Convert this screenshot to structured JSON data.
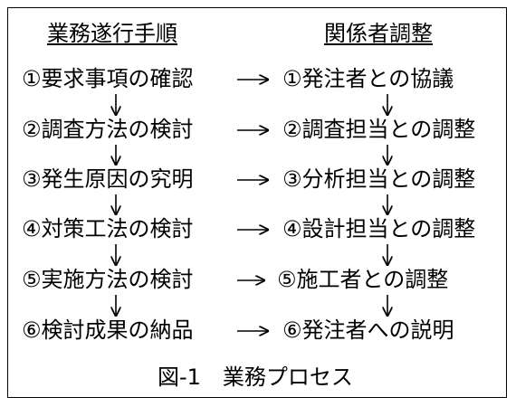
{
  "headers": {
    "left": "業務遂行手順",
    "right": "関係者調整"
  },
  "rows": [
    {
      "left": "①要求事項の確認",
      "right": "①発注者との協議"
    },
    {
      "left": "②調査方法の検討",
      "right": "②調査担当との調整"
    },
    {
      "left": "③発生原因の究明",
      "right": "③分析担当との調整"
    },
    {
      "left": "④対策工法の検討",
      "right": "④設計担当との調整"
    },
    {
      "left": "⑤実施方法の検討",
      "right": "⑤施工者との調整"
    },
    {
      "left": "⑥検討成果の納品",
      "right": "⑥発注者への説明"
    }
  ],
  "caption": "図-1　業務プロセス"
}
